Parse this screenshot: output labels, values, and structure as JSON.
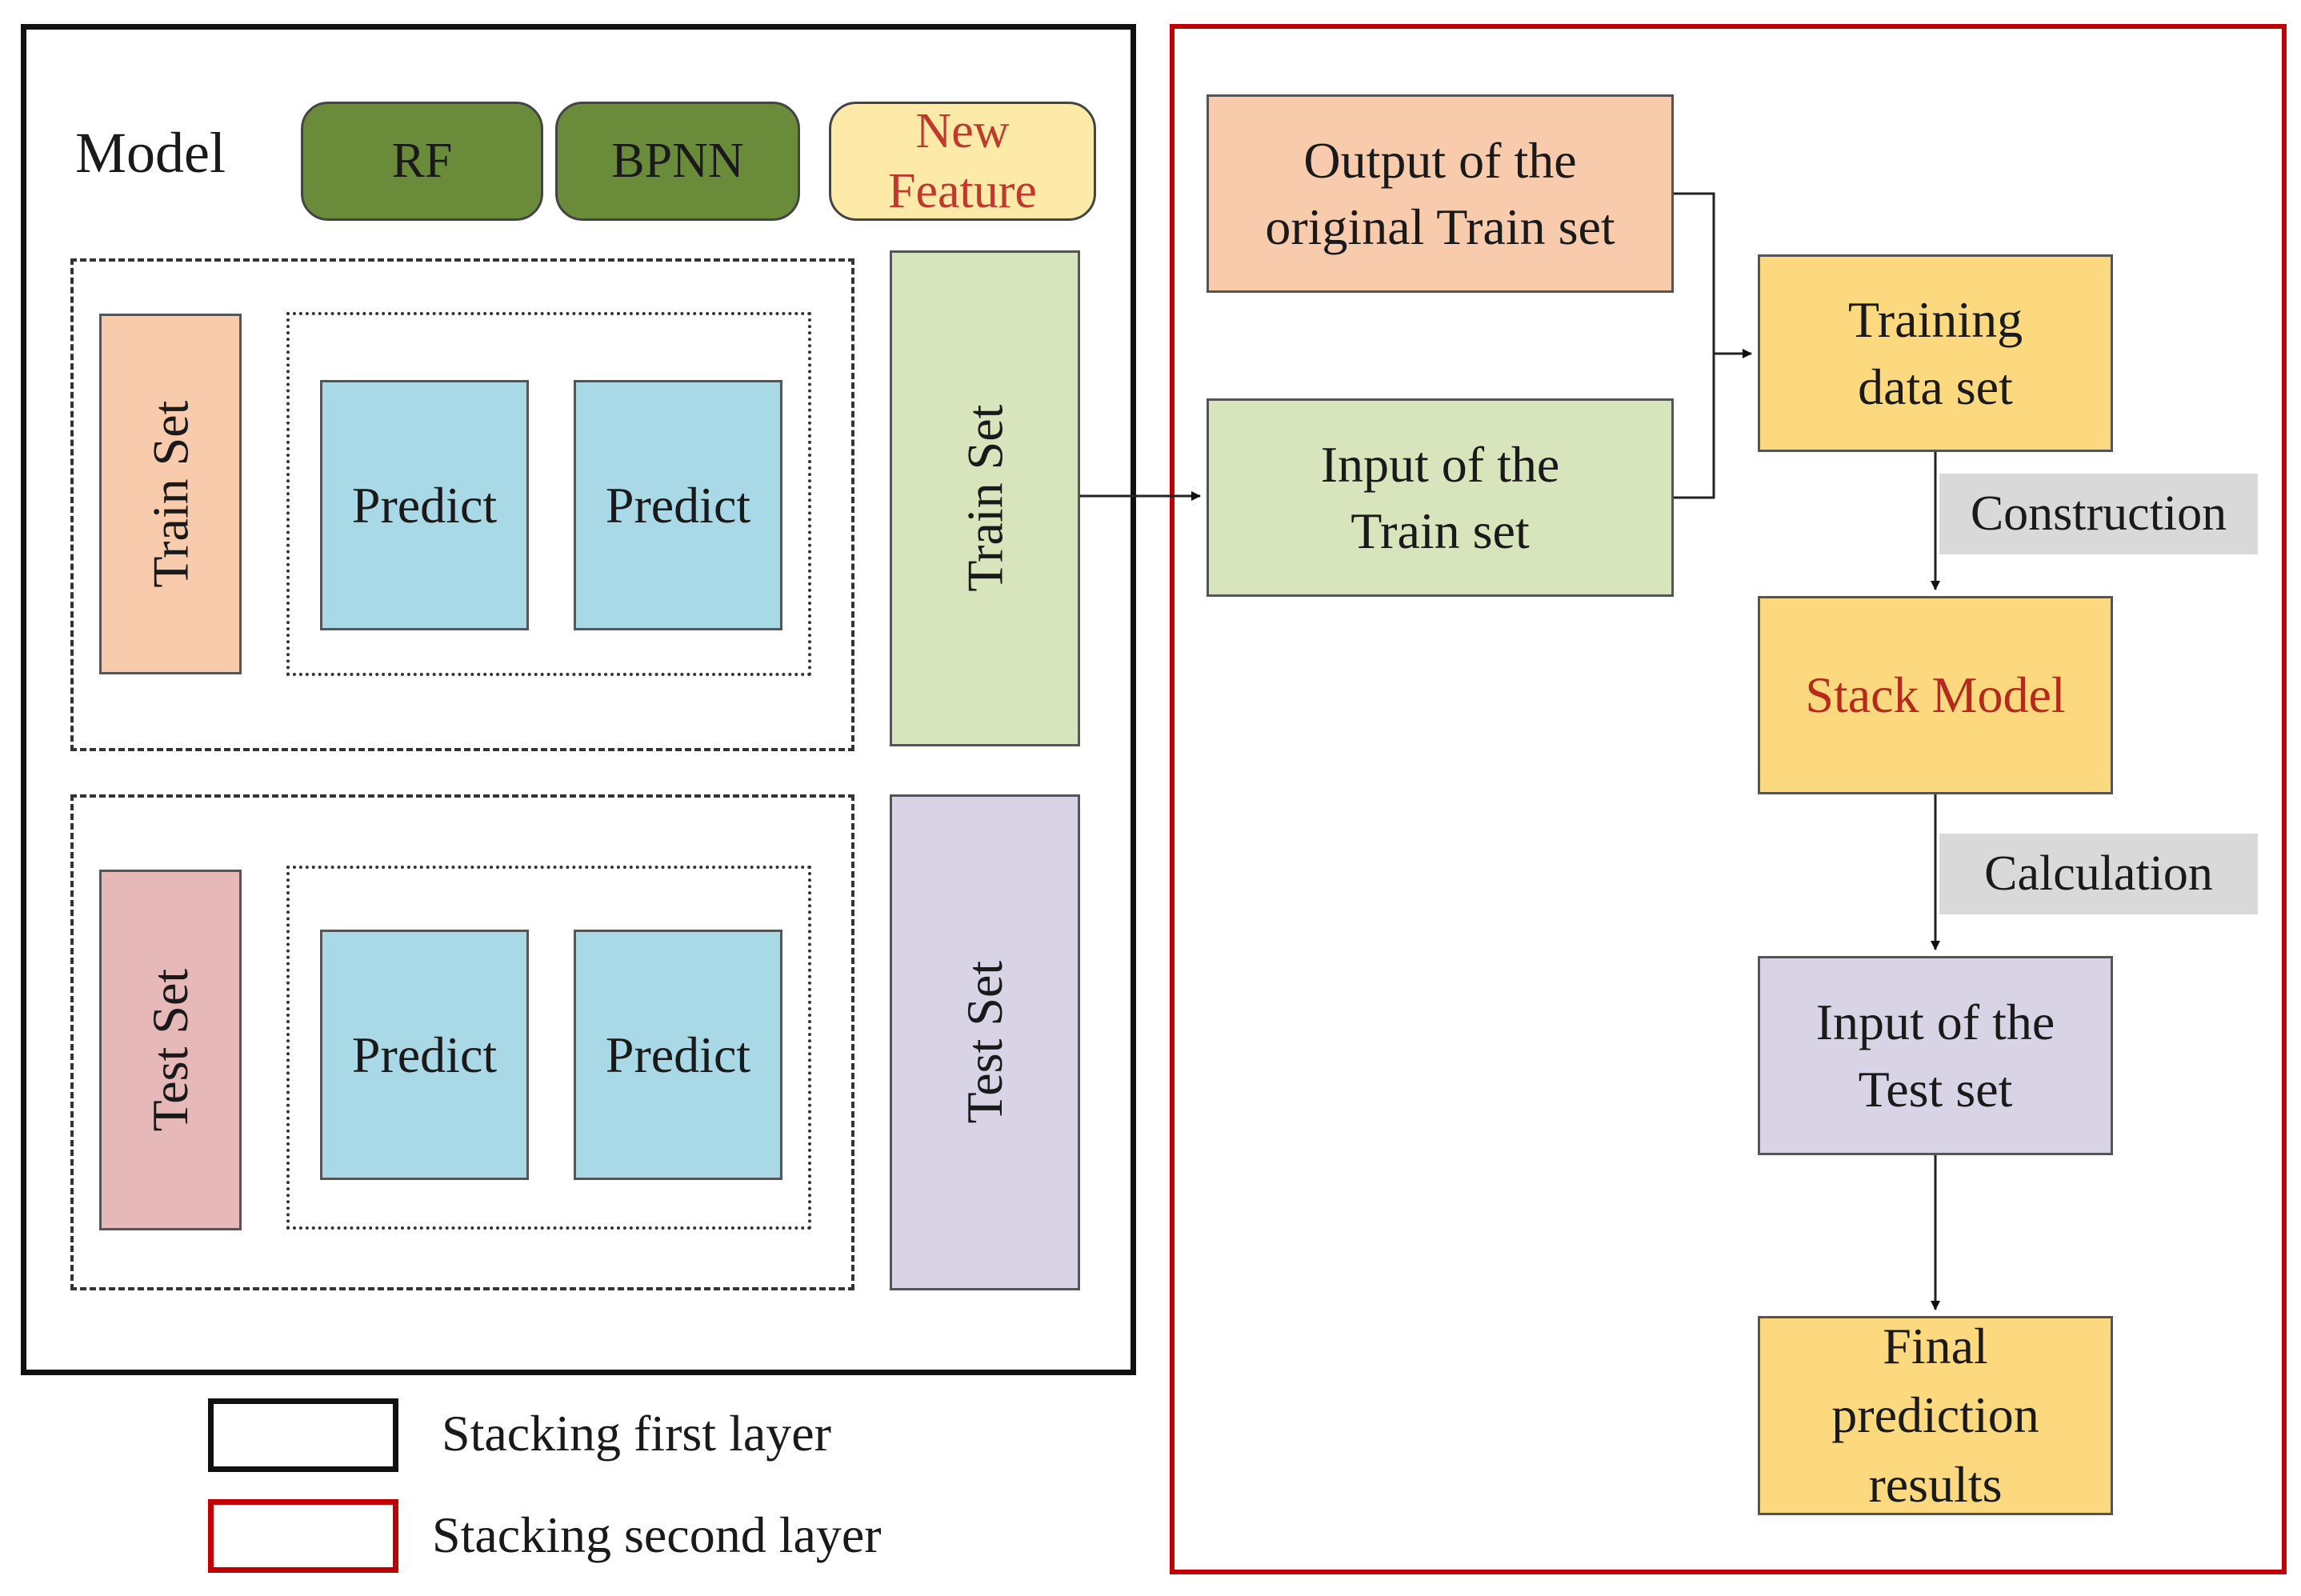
{
  "first_layer": {
    "model_label": "Model",
    "model_rf": "RF",
    "model_bpnn": "BPNN",
    "new_feature": "New Feature",
    "train_set_vertical": "Train Set",
    "test_set_vertical": "Test Set",
    "predict_1": "Predict",
    "predict_2": "Predict",
    "predict_3": "Predict",
    "predict_4": "Predict",
    "train_set_output": "Train Set",
    "test_set_output": "Test Set"
  },
  "second_layer": {
    "output_original": "Output of the original Train set",
    "input_train": "Input of the Train set",
    "training_data": "Training data set",
    "construction": "Construction",
    "stack_model": "Stack Model",
    "calculation": "Calculation",
    "input_test": "Input of the Test set",
    "final": "Final prediction results"
  },
  "legend": {
    "first": "Stacking first layer",
    "second": "Stacking second layer"
  },
  "colors": {
    "dark_green": "#6a8c3a",
    "light_yellow": "#fde9a8",
    "new_feature_text": "#c0392b",
    "peach": "#f8cbad",
    "rose": "#e6b8b7",
    "light_blue": "#a9d8e6",
    "light_green": "#d8e4bc",
    "lavender": "#d9d3e6",
    "orange_box": "#fcd97f",
    "stack_text": "#b52a1a",
    "red_border": "#c00000"
  }
}
